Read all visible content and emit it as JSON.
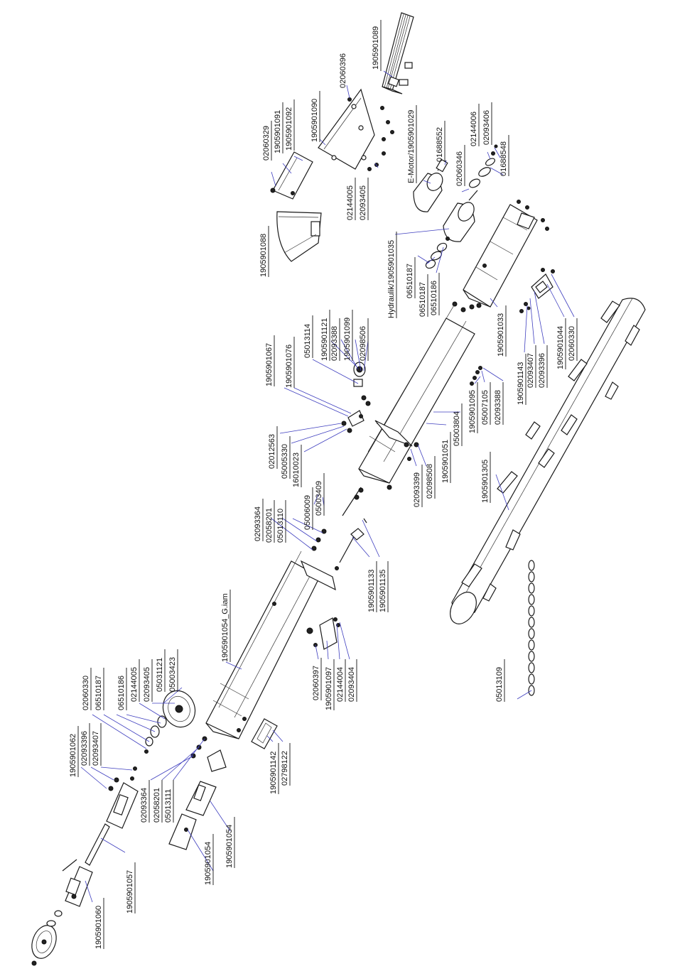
{
  "diagram": {
    "labels": [
      "1905901089",
      "02060396",
      "1905901090",
      "02060329",
      "1905901091",
      "1905901092",
      "E-Motor/1905901029",
      "01688552",
      "02144006",
      "02093406",
      "01688548",
      "02060346",
      "1905901088",
      "02144005",
      "02093405",
      "Hydraulik/1905901035",
      "06510187",
      "06510187",
      "06510186",
      "1905901033",
      "1905901143",
      "02093407",
      "02093396",
      "1905901044",
      "02060330",
      "1905901067",
      "1905901076",
      "05013114",
      "1905901121",
      "02093388",
      "1905901099",
      "02098506",
      "02012563",
      "05005330",
      "16010023",
      "05006009",
      "05003409",
      "05003804",
      "1905901051",
      "02098508",
      "02093399",
      "1905901095",
      "05007105",
      "02093388",
      "1905901305",
      "02093364",
      "02058201",
      "05013110",
      "1905901133",
      "1905901135",
      "1905901054_G.iam",
      "02060397",
      "1905901097",
      "02144004",
      "02093404",
      "05013109",
      "02060330",
      "06510187",
      "06510186",
      "02144005",
      "02093405",
      "05031121",
      "05003423",
      "1905901062",
      "02093396",
      "02093407",
      "1905901142",
      "02798122",
      "02093364",
      "02058201",
      "05013111",
      "1905901054",
      "1905901054",
      "1905901057",
      "1905901060"
    ]
  }
}
